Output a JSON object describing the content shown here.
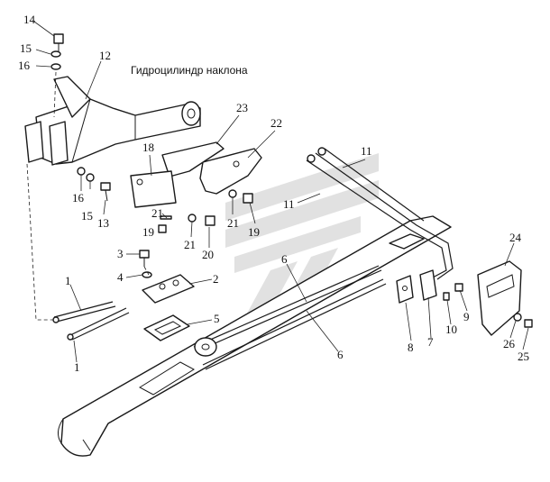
{
  "caption": "Гидроцилиндр наклона",
  "callouts": [
    {
      "id": "c14",
      "label": "14"
    },
    {
      "id": "c15a",
      "label": "15"
    },
    {
      "id": "c16a",
      "label": "16"
    },
    {
      "id": "c12",
      "label": "12"
    },
    {
      "id": "c23",
      "label": "23"
    },
    {
      "id": "c22",
      "label": "22"
    },
    {
      "id": "c18",
      "label": "18"
    },
    {
      "id": "c16b",
      "label": "16"
    },
    {
      "id": "c15b",
      "label": "15"
    },
    {
      "id": "c13",
      "label": "13"
    },
    {
      "id": "c21a",
      "label": "21"
    },
    {
      "id": "c19a",
      "label": "19"
    },
    {
      "id": "c21b",
      "label": "21"
    },
    {
      "id": "c20",
      "label": "20"
    },
    {
      "id": "c21c",
      "label": "21"
    },
    {
      "id": "c19b",
      "label": "19"
    },
    {
      "id": "c11a",
      "label": "11"
    },
    {
      "id": "c11b",
      "label": "11"
    },
    {
      "id": "c3",
      "label": "3"
    },
    {
      "id": "c4",
      "label": "4"
    },
    {
      "id": "c2",
      "label": "2"
    },
    {
      "id": "c1a",
      "label": "1"
    },
    {
      "id": "c1b",
      "label": "1"
    },
    {
      "id": "c5",
      "label": "5"
    },
    {
      "id": "c6a",
      "label": "6"
    },
    {
      "id": "c6b",
      "label": "6"
    },
    {
      "id": "c24",
      "label": "24"
    },
    {
      "id": "c9",
      "label": "9"
    },
    {
      "id": "c10",
      "label": "10"
    },
    {
      "id": "c7",
      "label": "7"
    },
    {
      "id": "c8",
      "label": "8"
    },
    {
      "id": "c26",
      "label": "26"
    },
    {
      "id": "c25",
      "label": "25"
    }
  ]
}
